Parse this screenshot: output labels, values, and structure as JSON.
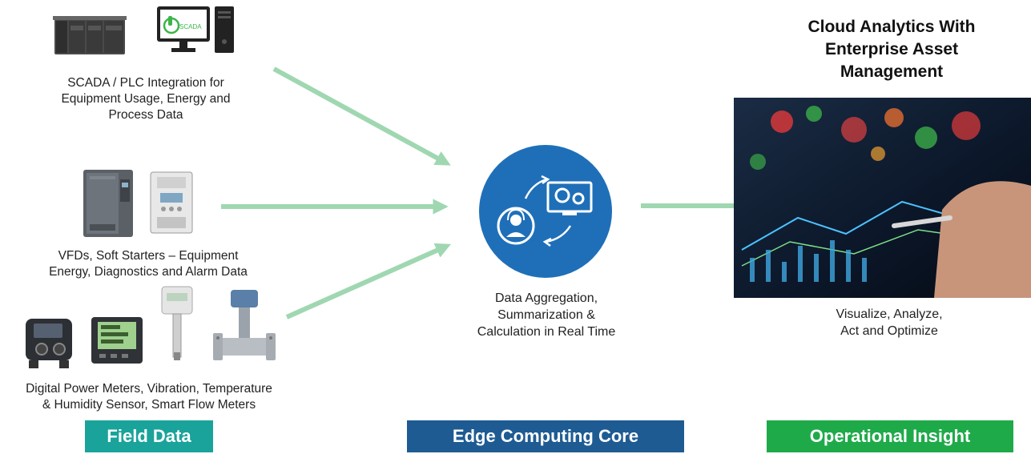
{
  "sources": {
    "scada": {
      "lines": [
        "SCADA / PLC Integration for",
        "Equipment Usage, Energy and",
        "Process Data"
      ],
      "monitor_label": "SCADA"
    },
    "vfd": {
      "lines": [
        "VFDs, Soft Starters – Equipment",
        "Energy, Diagnostics and Alarm Data"
      ]
    },
    "meters": {
      "lines": [
        "Digital Power Meters, Vibration, Temperature",
        "& Humidity Sensor, Smart Flow Meters"
      ]
    }
  },
  "core": {
    "lines": [
      "Data Aggregation,",
      "Summarization &",
      "Calculation in Real Time"
    ]
  },
  "cloud": {
    "title": [
      "Cloud Analytics With",
      "Enterprise Asset",
      "Management"
    ],
    "caption": [
      "Visualize, Analyze,",
      "Act and Optimize"
    ]
  },
  "badges": {
    "field": {
      "label": "Field Data",
      "color": "#1aa39a"
    },
    "edge": {
      "label": "Edge Computing Core",
      "color": "#1e5b93"
    },
    "insight": {
      "label": "Operational Insight",
      "color": "#1faa4a"
    }
  },
  "colors": {
    "arrow": "#9fd7b1",
    "core_circle": "#1f6fb8"
  }
}
